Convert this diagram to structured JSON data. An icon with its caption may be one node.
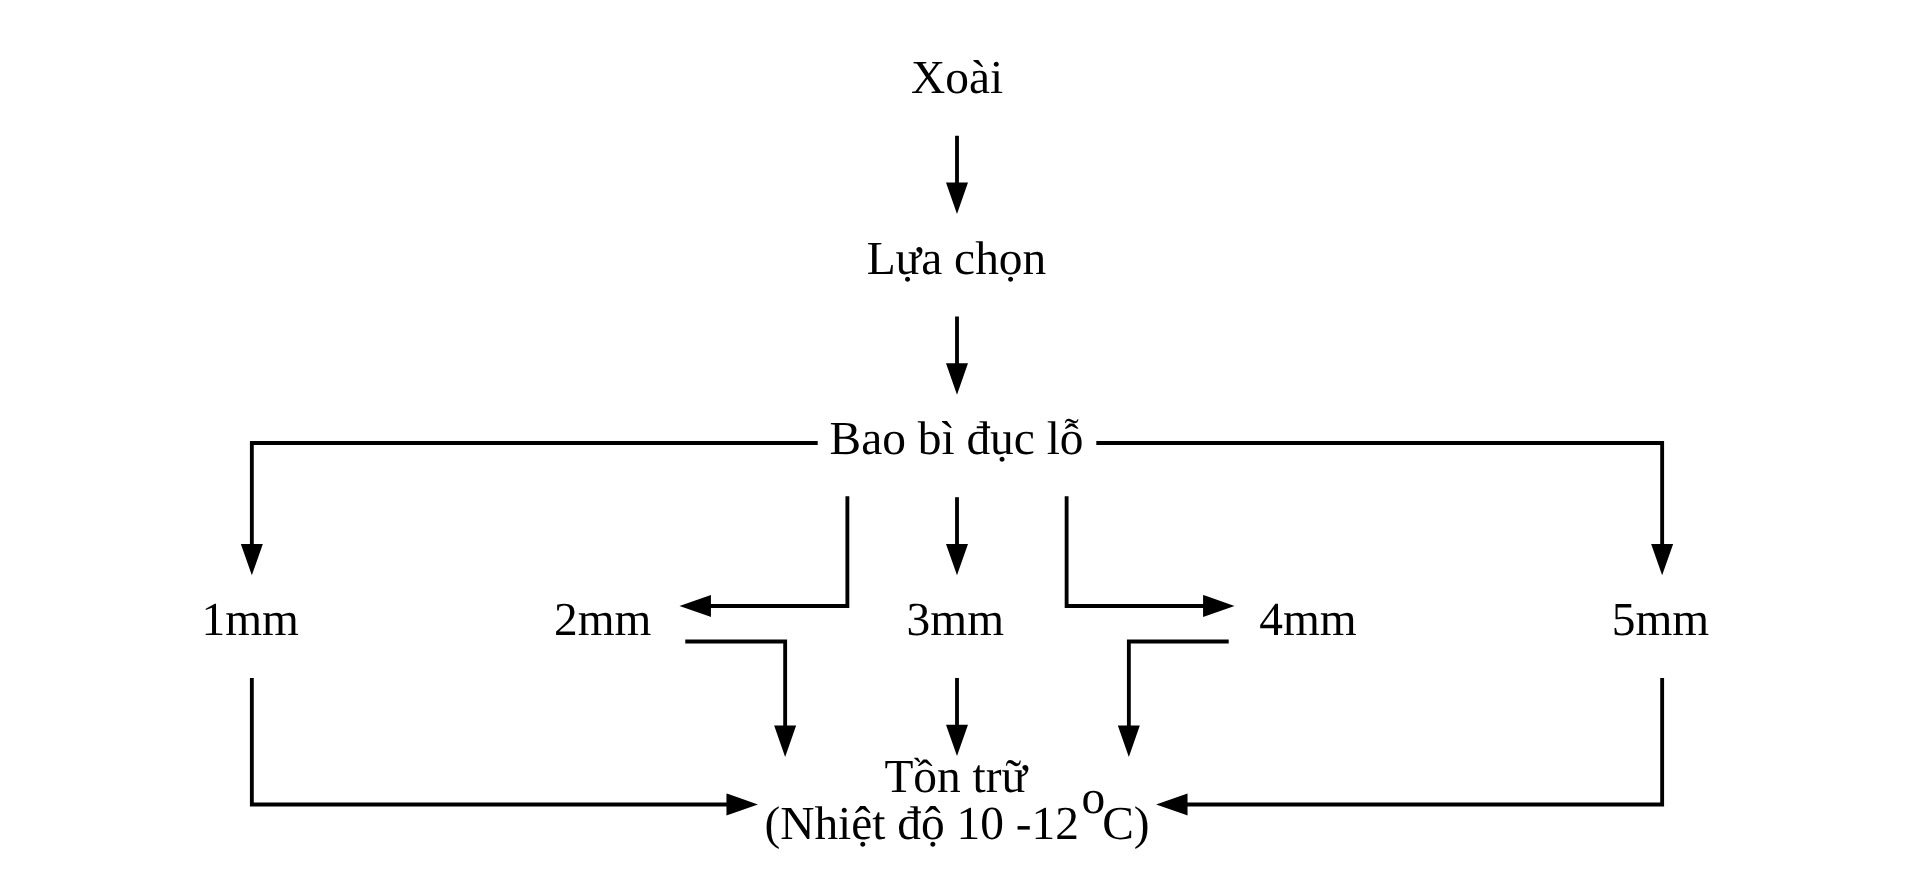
{
  "diagram": {
    "nodes": [
      {
        "text": [
          "Xoài"
        ]
      },
      {
        "text": [
          "Lựa chọn"
        ]
      },
      {
        "text": [
          "Bao bì đục lỗ"
        ]
      },
      {
        "text": [
          "1mm"
        ]
      },
      {
        "text": [
          "2mm"
        ]
      },
      {
        "text": [
          "3mm"
        ]
      },
      {
        "text": [
          "4mm"
        ]
      },
      {
        "text": [
          "5mm"
        ]
      },
      {
        "text": [
          "Tồn trữ",
          "(Nhiệt độ 10 -12$^{o}$C)"
        ]
      }
    ],
    "edges": [
      {
        "from": 0,
        "to": 1,
        "arrow": "to"
      },
      {
        "from": 1,
        "to": 2,
        "arrow": "to"
      },
      {
        "from": 2,
        "to": 3,
        "arrow": "to"
      },
      {
        "from": 2,
        "to": 4,
        "arrow": "to"
      },
      {
        "from": 2,
        "to": 5,
        "arrow": "to"
      },
      {
        "from": 2,
        "to": 6,
        "arrow": "to"
      },
      {
        "from": 2,
        "to": 7,
        "arrow": "to"
      },
      {
        "from": 3,
        "to": 8,
        "arrow": "to"
      },
      {
        "from": 4,
        "to": 8,
        "arrow": "to"
      },
      {
        "from": 5,
        "to": 8,
        "arrow": "to"
      },
      {
        "from": 6,
        "to": 8,
        "arrow": "to"
      },
      {
        "from": 7,
        "to": 8,
        "arrow": "to"
      }
    ]
  }
}
